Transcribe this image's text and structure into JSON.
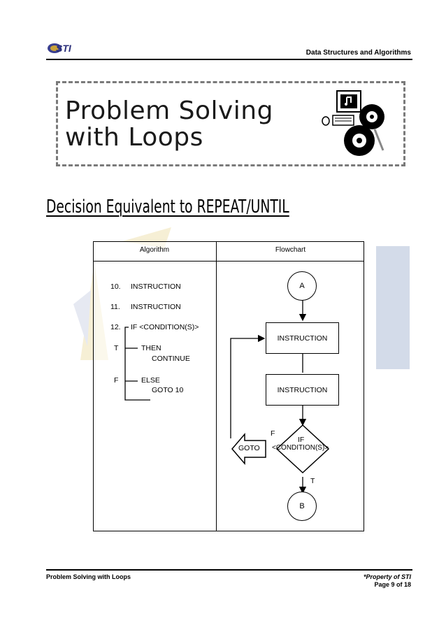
{
  "header": {
    "logo_text": "STI",
    "course": "Data Structures and Algorithms"
  },
  "banner": {
    "title_line1": "Problem Solving",
    "title_line2": "with Loops"
  },
  "section": {
    "title": "Decision Equivalent to REPEAT/UNTIL"
  },
  "table": {
    "col_algorithm": "Algorithm",
    "col_flowchart": "Flowchart"
  },
  "algorithm": {
    "lines": [
      {
        "num": "10.",
        "text": "INSTRUCTION"
      },
      {
        "num": "11.",
        "text": "INSTRUCTION"
      },
      {
        "num": "12.",
        "text": "IF <CONDITION(S)>"
      }
    ],
    "t_label": "T",
    "then": "THEN",
    "continue": "CONTINUE",
    "f_label": "F",
    "else": "ELSE",
    "goto": "GOTO 10"
  },
  "flowchart": {
    "start": "A",
    "instruction1": "INSTRUCTION",
    "instruction2": "INSTRUCTION",
    "if_label": "IF",
    "condition": "<CONDITION(S)>",
    "false_label": "F",
    "goto": "GOTO",
    "true_label": "T",
    "end": "B"
  },
  "footer": {
    "title": "Problem Solving with Loops",
    "property": "*Property of STI",
    "page": "Page 9 of 18"
  }
}
